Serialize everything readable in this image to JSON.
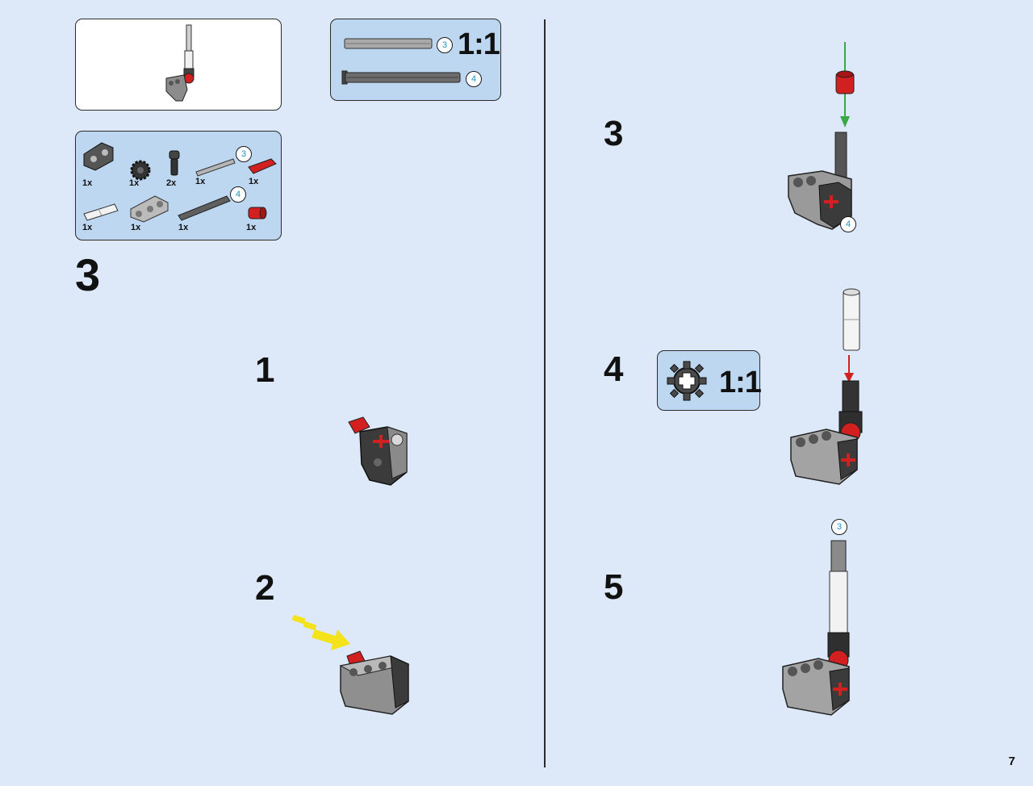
{
  "page_number": "7",
  "subassembly": {
    "step": "3"
  },
  "parts_panel": {
    "items": [
      {
        "qty": "1x",
        "icon": "connector-block-icon"
      },
      {
        "qty": "1x",
        "icon": "gear-icon"
      },
      {
        "qty": "2x",
        "icon": "angle-connector-icon"
      },
      {
        "qty": "1x",
        "icon": "axle-3-icon",
        "callout": "3"
      },
      {
        "qty": "1x",
        "icon": "red-axle-pin-icon"
      },
      {
        "qty": "1x",
        "icon": "white-pin-icon"
      },
      {
        "qty": "1x",
        "icon": "double-beam-icon"
      },
      {
        "qty": "1x",
        "icon": "axle-4-icon",
        "callout": "4"
      },
      {
        "qty": "1x",
        "icon": "red-bush-icon"
      }
    ]
  },
  "scale_box_axles": {
    "ratio": "1:1",
    "callouts": [
      "3",
      "4"
    ]
  },
  "scale_box_gear": {
    "ratio": "1:1"
  },
  "steps": [
    {
      "number": "1"
    },
    {
      "number": "2"
    },
    {
      "number": "3",
      "callout": "4"
    },
    {
      "number": "4"
    },
    {
      "number": "5",
      "callout": "3"
    }
  ],
  "colors": {
    "background": "#dde9f8",
    "panel_blue": "#bdd7f1",
    "part_red": "#d21f1f",
    "part_grey": "#9a9a9a",
    "arrow_green": "#3aa845",
    "arrow_yellow": "#f4e21b"
  }
}
